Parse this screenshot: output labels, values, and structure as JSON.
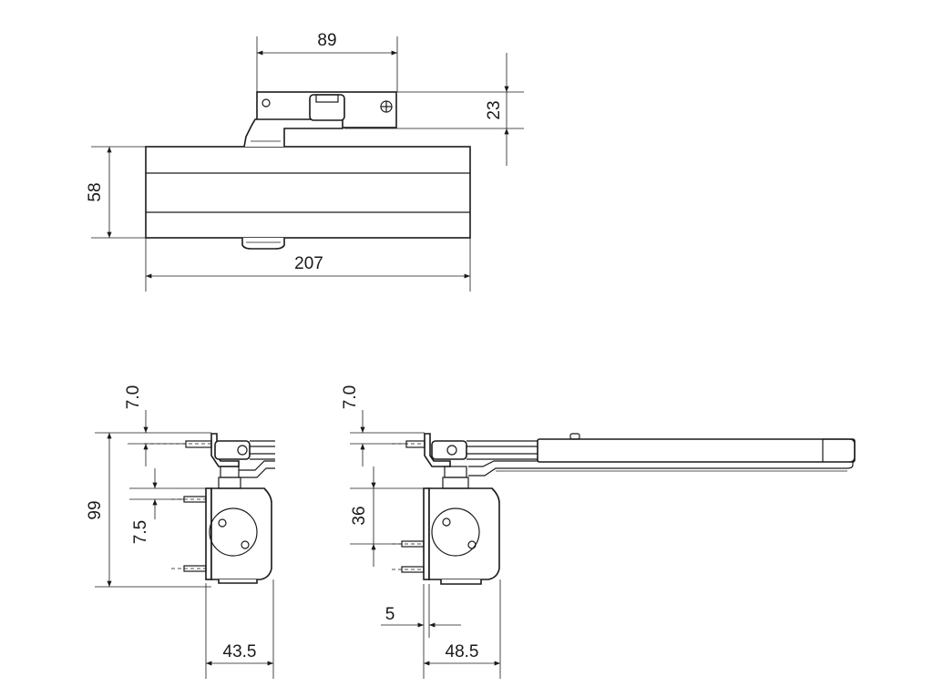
{
  "dimensions": {
    "top_width_arm": "89",
    "top_height_arm": "23",
    "top_height_body": "58",
    "top_length_body": "207",
    "left_gap_top": "7.0",
    "left_total_height": "99",
    "left_gap_mid": "7.5",
    "left_depth": "43.5",
    "right_gap_top": "7.0",
    "right_hole_spacing": "36",
    "right_offset": "5",
    "right_depth": "48.5"
  },
  "colors": {
    "line": "#1a1a1a",
    "background": "#ffffff"
  }
}
